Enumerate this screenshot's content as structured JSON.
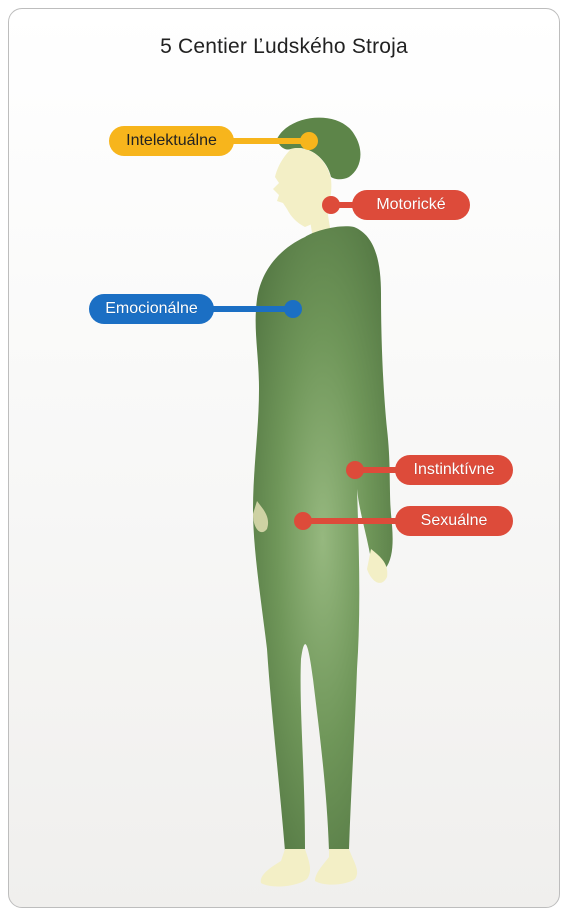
{
  "title": "5 Centier Ľudského Stroja",
  "centers": [
    {
      "label": "Intelektuálne",
      "color": "#f7b51c"
    },
    {
      "label": "Motorické",
      "color": "#dd4b3a"
    },
    {
      "label": "Emocionálne",
      "color": "#1b6fc4"
    },
    {
      "label": "Instinktívne",
      "color": "#dd4b3a"
    },
    {
      "label": "Sexuálne",
      "color": "#dd4b3a"
    }
  ]
}
